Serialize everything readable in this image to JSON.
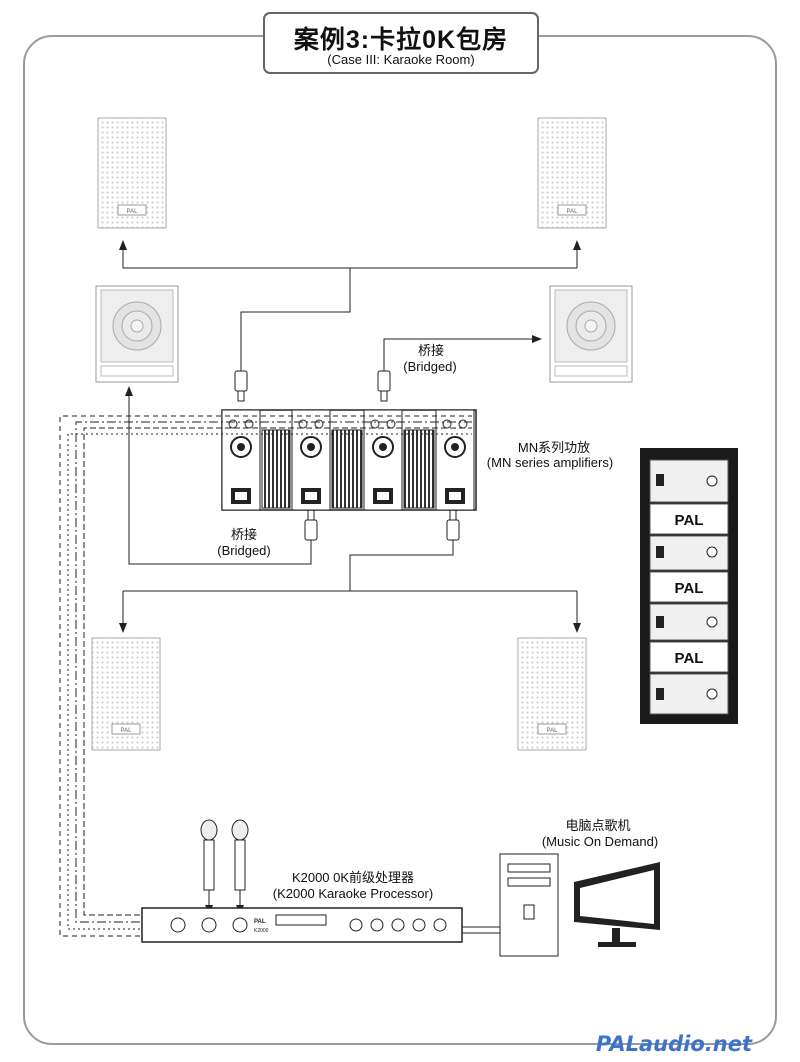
{
  "title": {
    "main": "案例3:卡拉0K包房",
    "sub": "(Case III: Karaoke Room)"
  },
  "labels": {
    "bridged_top_cn": "桥接",
    "bridged_top_en": "(Bridged)",
    "bridged_bottom_cn": "桥接",
    "bridged_bottom_en": "(Bridged)",
    "amp_cn": "MN系列功放",
    "amp_en": "(MN series amplifiers)",
    "processor_cn": "K2000 0K前级处理器",
    "processor_en": "(K2000 Karaoke Processor)",
    "pc_cn": "电脑点歌机",
    "pc_en": "(Music On Demand)"
  },
  "brand": {
    "speaker_badge": "PAL",
    "rack_logo": "PAL",
    "processor_model": "K2000"
  },
  "watermark": "PALaudio.net",
  "colors": {
    "line": "#222222",
    "frame": "#9a9a9a",
    "watermark": "#3d74c9"
  }
}
